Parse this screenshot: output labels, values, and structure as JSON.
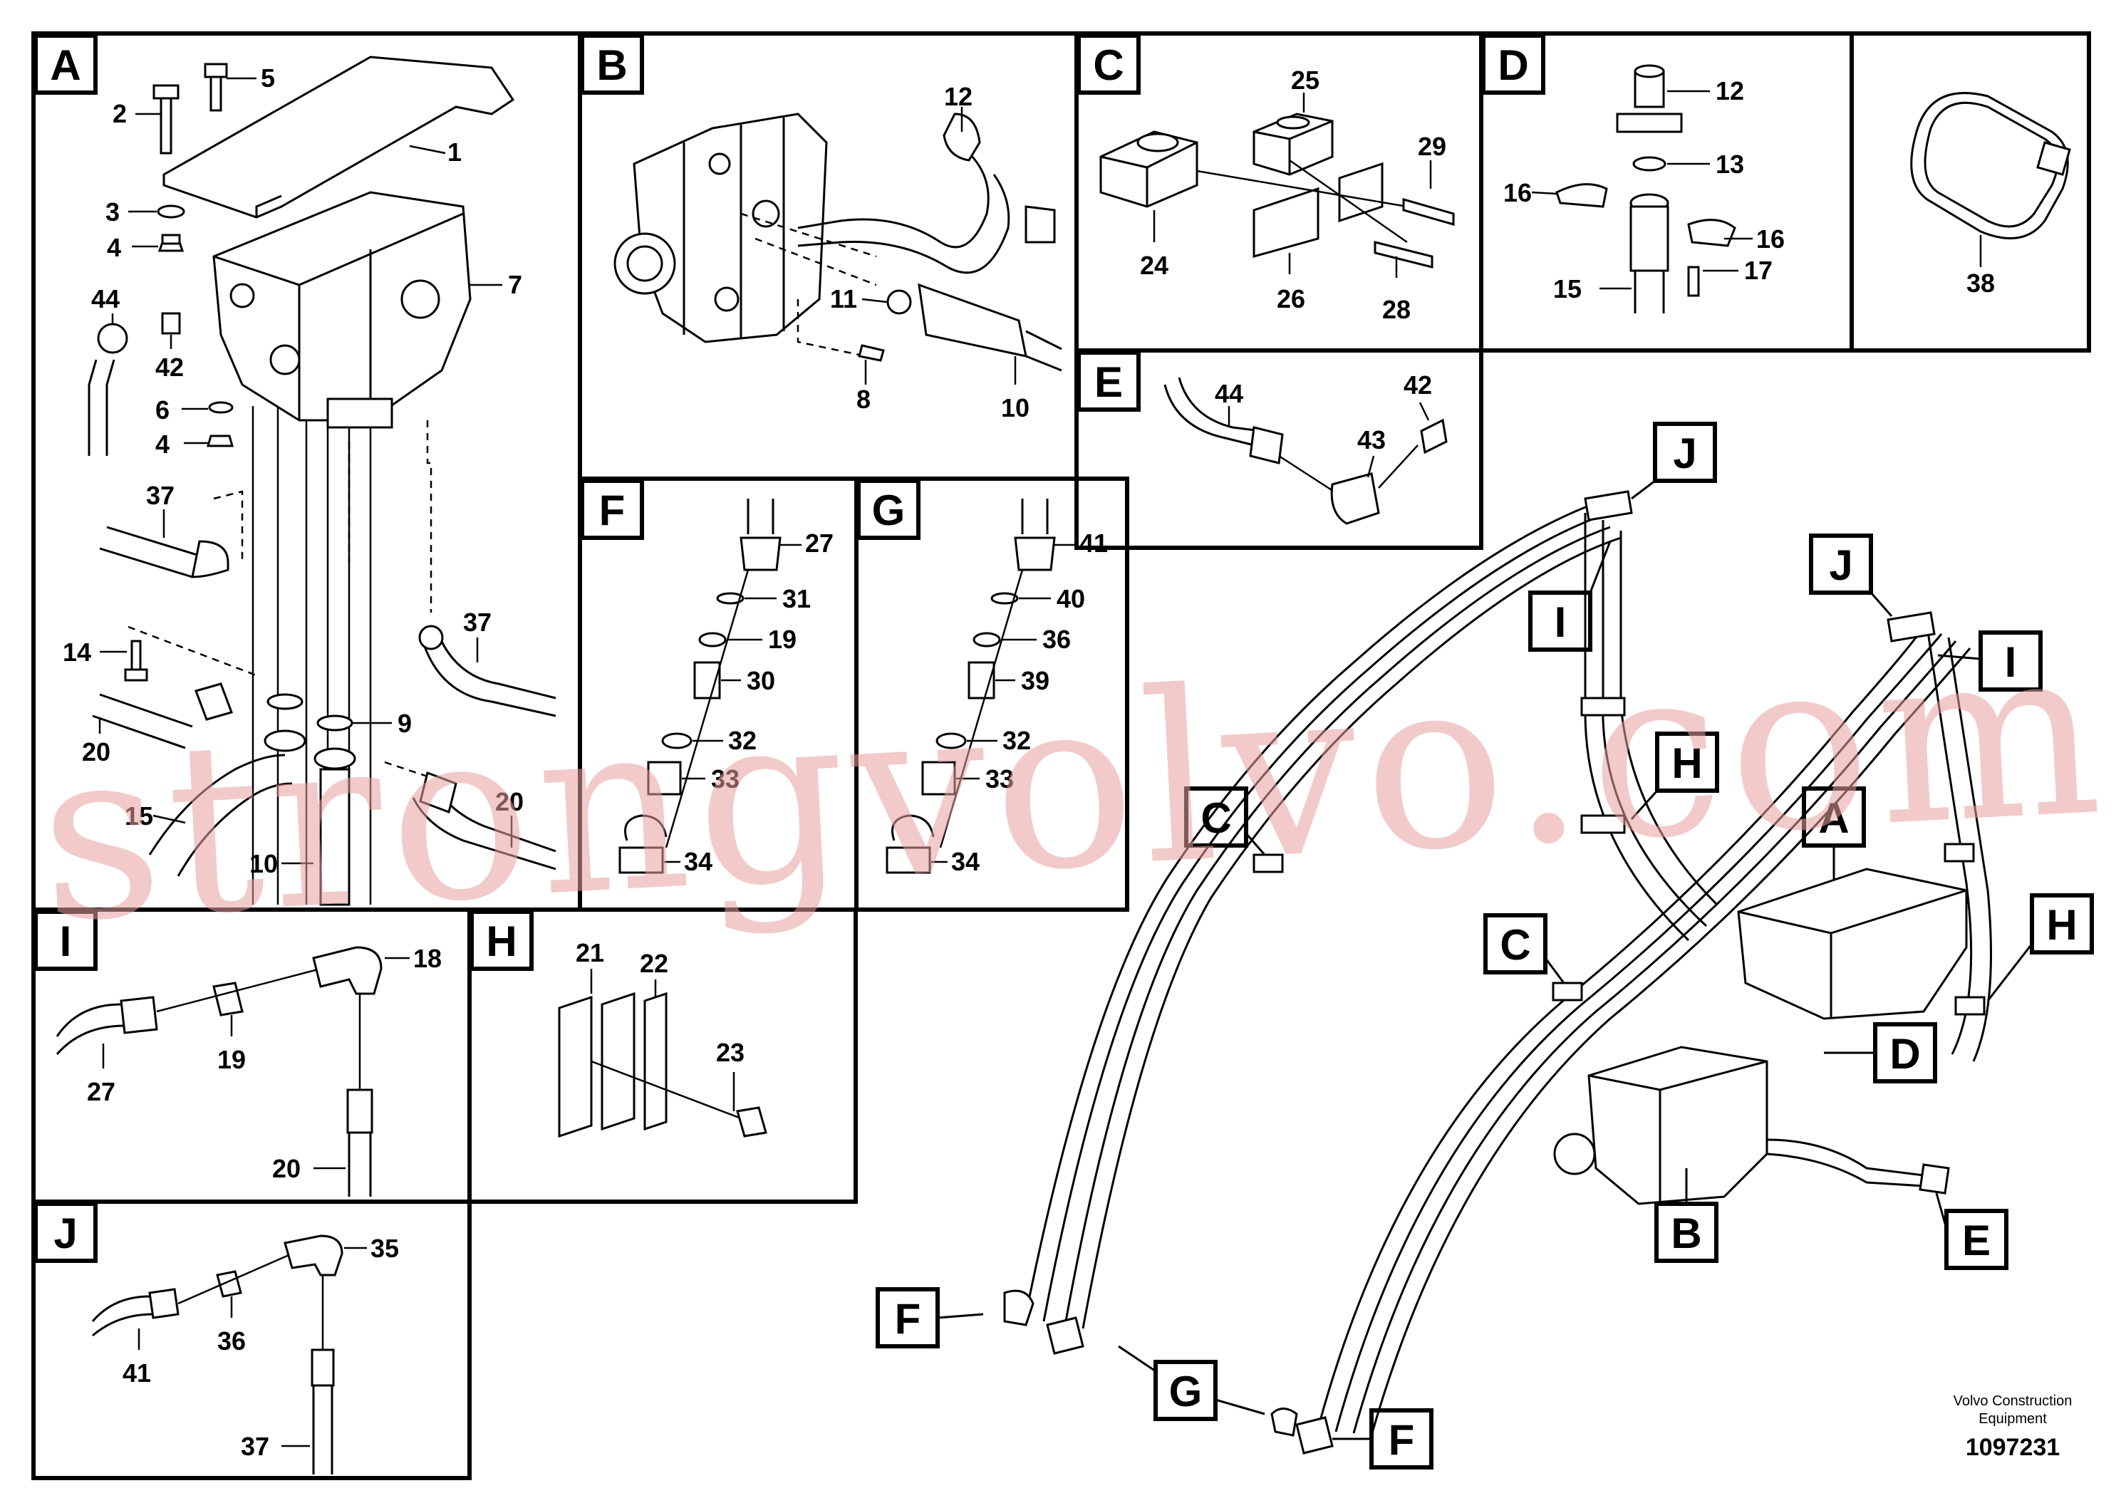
{
  "diagram": {
    "panels": [
      {
        "letter": "A",
        "callouts": [
          "1",
          "2",
          "3",
          "4",
          "5",
          "6",
          "4",
          "7",
          "44",
          "42",
          "37",
          "37",
          "14",
          "9",
          "20",
          "15",
          "10",
          "20"
        ]
      },
      {
        "letter": "B",
        "callouts": [
          "12",
          "11",
          "8",
          "10"
        ]
      },
      {
        "letter": "C",
        "callouts": [
          "25",
          "29",
          "24",
          "26",
          "28"
        ]
      },
      {
        "letter": "D",
        "callouts": [
          "12",
          "13",
          "16",
          "16",
          "17",
          "15"
        ]
      },
      {
        "letter": "",
        "callouts": [
          "38"
        ]
      },
      {
        "letter": "E",
        "callouts": [
          "44",
          "42",
          "43"
        ]
      },
      {
        "letter": "F",
        "callouts": [
          "27",
          "31",
          "19",
          "30",
          "32",
          "33",
          "34"
        ]
      },
      {
        "letter": "G",
        "callouts": [
          "41",
          "40",
          "36",
          "39",
          "32",
          "33",
          "34"
        ]
      },
      {
        "letter": "I",
        "callouts": [
          "18",
          "19",
          "27",
          "20"
        ]
      },
      {
        "letter": "H",
        "callouts": [
          "21",
          "22",
          "23"
        ]
      },
      {
        "letter": "J",
        "callouts": [
          "35",
          "36",
          "41",
          "37"
        ]
      }
    ],
    "overview_tags": [
      "J",
      "J",
      "I",
      "I",
      "H",
      "H",
      "A",
      "C",
      "C",
      "D",
      "B",
      "E",
      "F",
      "G",
      "F"
    ],
    "footer": {
      "company_line1": "Volvo Construction",
      "company_line2": "Equipment",
      "drawing_number": "1097231"
    },
    "watermark": "strongvolvo.com"
  }
}
